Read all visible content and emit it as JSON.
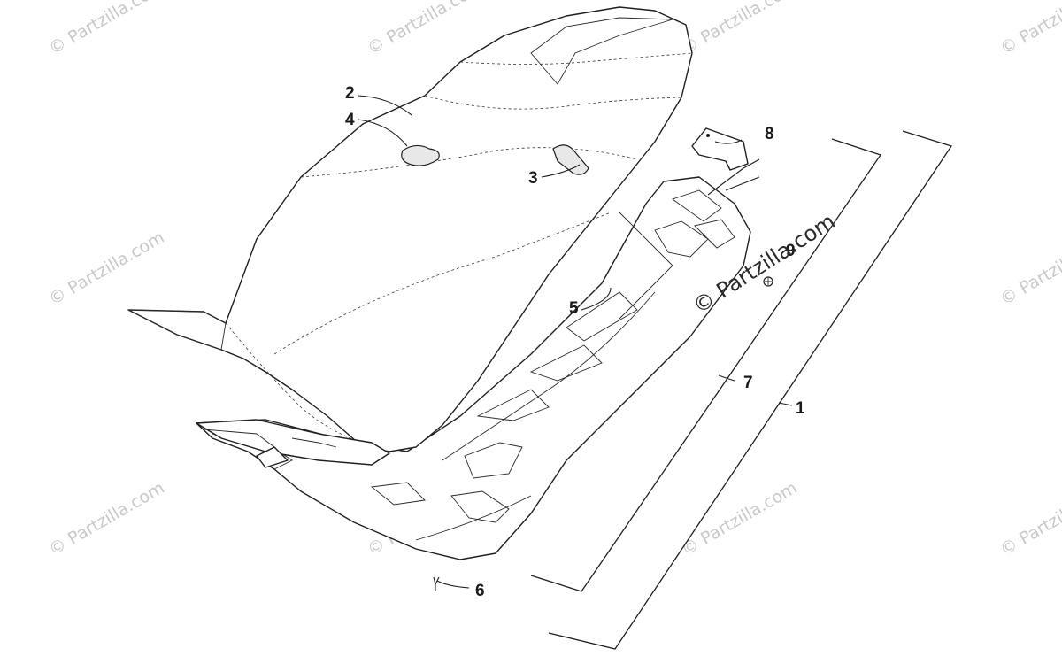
{
  "watermark": {
    "text": "© Partzilla.com"
  },
  "callouts": [
    {
      "id": "c1",
      "label": "1"
    },
    {
      "id": "c2",
      "label": "2"
    },
    {
      "id": "c3",
      "label": "3"
    },
    {
      "id": "c4",
      "label": "4"
    },
    {
      "id": "c5",
      "label": "5"
    },
    {
      "id": "c6",
      "label": "6"
    },
    {
      "id": "c7",
      "label": "7"
    },
    {
      "id": "c8",
      "label": "8"
    },
    {
      "id": "c9",
      "label": "9"
    }
  ]
}
